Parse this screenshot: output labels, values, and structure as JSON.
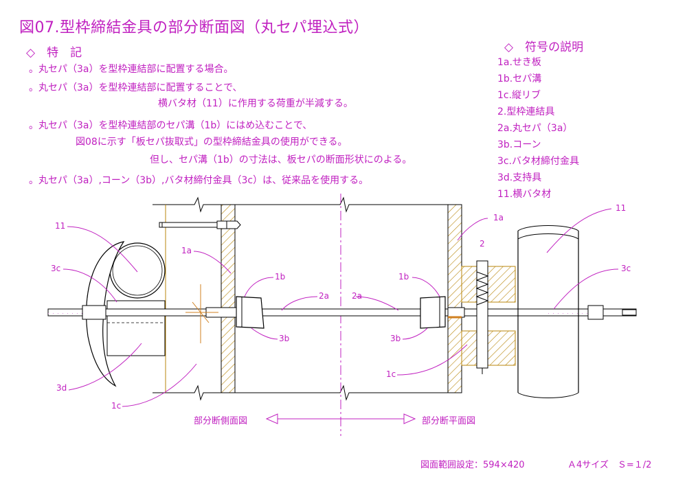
{
  "title": "図07.型枠締結金具の部分断面図（丸セパ埋込式）",
  "features": {
    "heading": "◇　特　記",
    "lines": [
      "。丸セパ（3a）を型枠連結部に配置する場合。",
      "。丸セパ（3a）を型枠連結部に配置することで、",
      "横バタ材（11）に作用する荷重が半減する。",
      "。丸セパ（3a）を型枠連結部のセパ溝（1b）にはめ込むことで、",
      "図08に示す「板セパ抜取式」の型枠締結金具の使用ができる。",
      "但し、セパ溝（1b）の寸法は、板セパの断面形状にのよる。",
      "。丸セパ（3a）,コーン（3b）,バタ材締付金具（3c）は、従来品を使用する。"
    ]
  },
  "legend": {
    "heading": "◇　符号の説明",
    "items": [
      "1a.せき板",
      "1b.セパ溝",
      "1c.縦リブ",
      "2.型枠連結具",
      "2a.丸セパ（3a）",
      "3b.コーン",
      "3c.バタ材締付金具",
      "3d.支持具",
      "11.横バタ材"
    ]
  },
  "labels": {
    "l11_left": "11",
    "l3c_left": "3c",
    "l3d": "3d",
    "l1c_left": "1c",
    "l1a_left": "1a",
    "l1b_left": "1b",
    "l3b_left": "3b",
    "l2a_left": "2a",
    "l2a_right": "2a",
    "l1b_right": "1b",
    "l3b_right": "3b",
    "l1c_right": "1c",
    "l1a_right": "1a",
    "l2": "2",
    "l11_right": "11",
    "l3c_right": "3c"
  },
  "views": {
    "side": "部分断側面図",
    "plan": "部分断平面図"
  },
  "footer": {
    "range": "図面範囲設定：594×420",
    "size": "Ａ4サイズ　Ｓ=１/2"
  },
  "colors": {
    "line": "#c020c0",
    "fill": "#b8860b",
    "rod": "#000000",
    "accent": "#d08020"
  }
}
